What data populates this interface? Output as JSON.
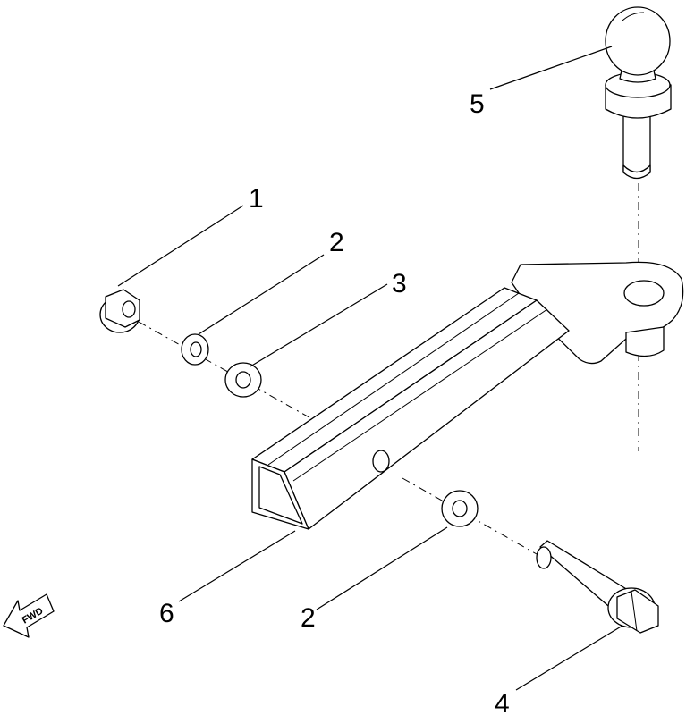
{
  "callouts": {
    "c1": "1",
    "c2a": "2",
    "c3": "3",
    "c5": "5",
    "c6": "6",
    "c2b": "2",
    "c4": "4"
  },
  "direction": {
    "label": "FWD"
  }
}
